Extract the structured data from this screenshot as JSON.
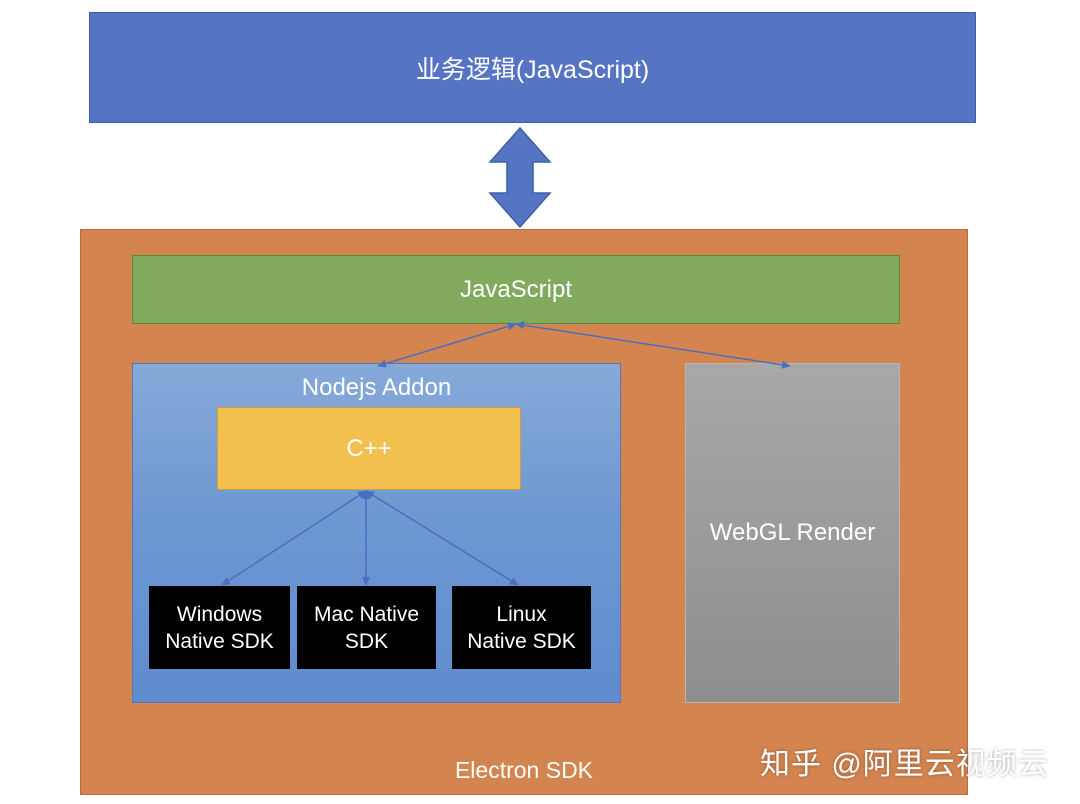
{
  "diagram": {
    "business_logic": "业务逻辑(JavaScript)",
    "container": "Electron SDK",
    "javascript_layer": "JavaScript",
    "addon": {
      "label": "Nodejs Addon",
      "core": "C++",
      "sdks": [
        "Windows\nNative SDK",
        "Mac Native\nSDK",
        "Linux\nNative SDK"
      ]
    },
    "renderer": "WebGL Render"
  },
  "watermark": "知乎 @阿里云视频云",
  "colors": {
    "business_logic": "#5674c4",
    "container": "#d3844f",
    "javascript_layer": "#82aa5e",
    "addon": "#6e98d2",
    "core": "#f1c04e",
    "sdk": "#000000",
    "renderer": "#9b9b9b",
    "connector": "#4a6fc1"
  }
}
